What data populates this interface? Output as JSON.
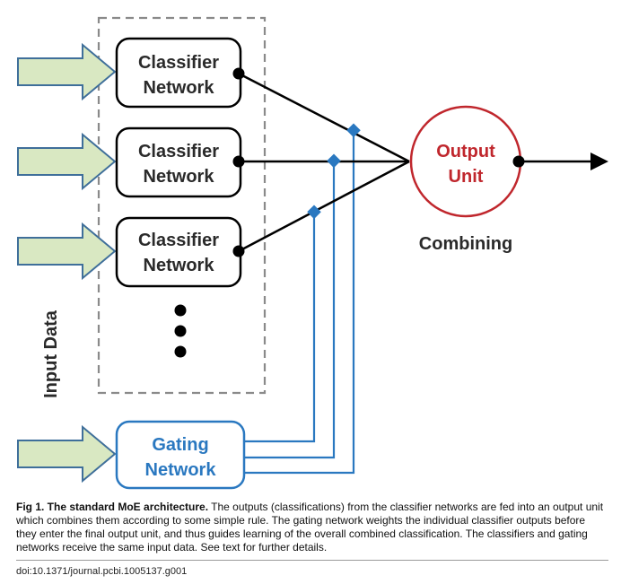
{
  "diagram": {
    "classifier_label_line1": "Classifier",
    "classifier_label_line2": "Network",
    "output_label_line1": "Output",
    "output_label_line2": "Unit",
    "combining_label": "Combining",
    "input_data_label": "Input Data",
    "gating_label_line1": "Gating",
    "gating_label_line2": "Network",
    "colors": {
      "classifier_border": "#000000",
      "output_circle": "#c0272d",
      "gating": "#2a78c0",
      "input_arrow_fill": "#d9e8c2",
      "input_arrow_stroke": "#3f6f9a",
      "container_dash": "#8a8a8a"
    }
  },
  "caption": {
    "title": "Fig 1. The standard MoE architecture.",
    "body": " The outputs (classifications) from the classifier networks are fed into an output unit which combines them according to some simple rule. The gating network weights the individual classifier outputs before they enter the final output unit, and thus guides learning of the overall combined classification. The classifiers and gating networks receive the same input data. See text for further details."
  },
  "doi": "doi:10.1371/journal.pcbi.1005137.g001"
}
